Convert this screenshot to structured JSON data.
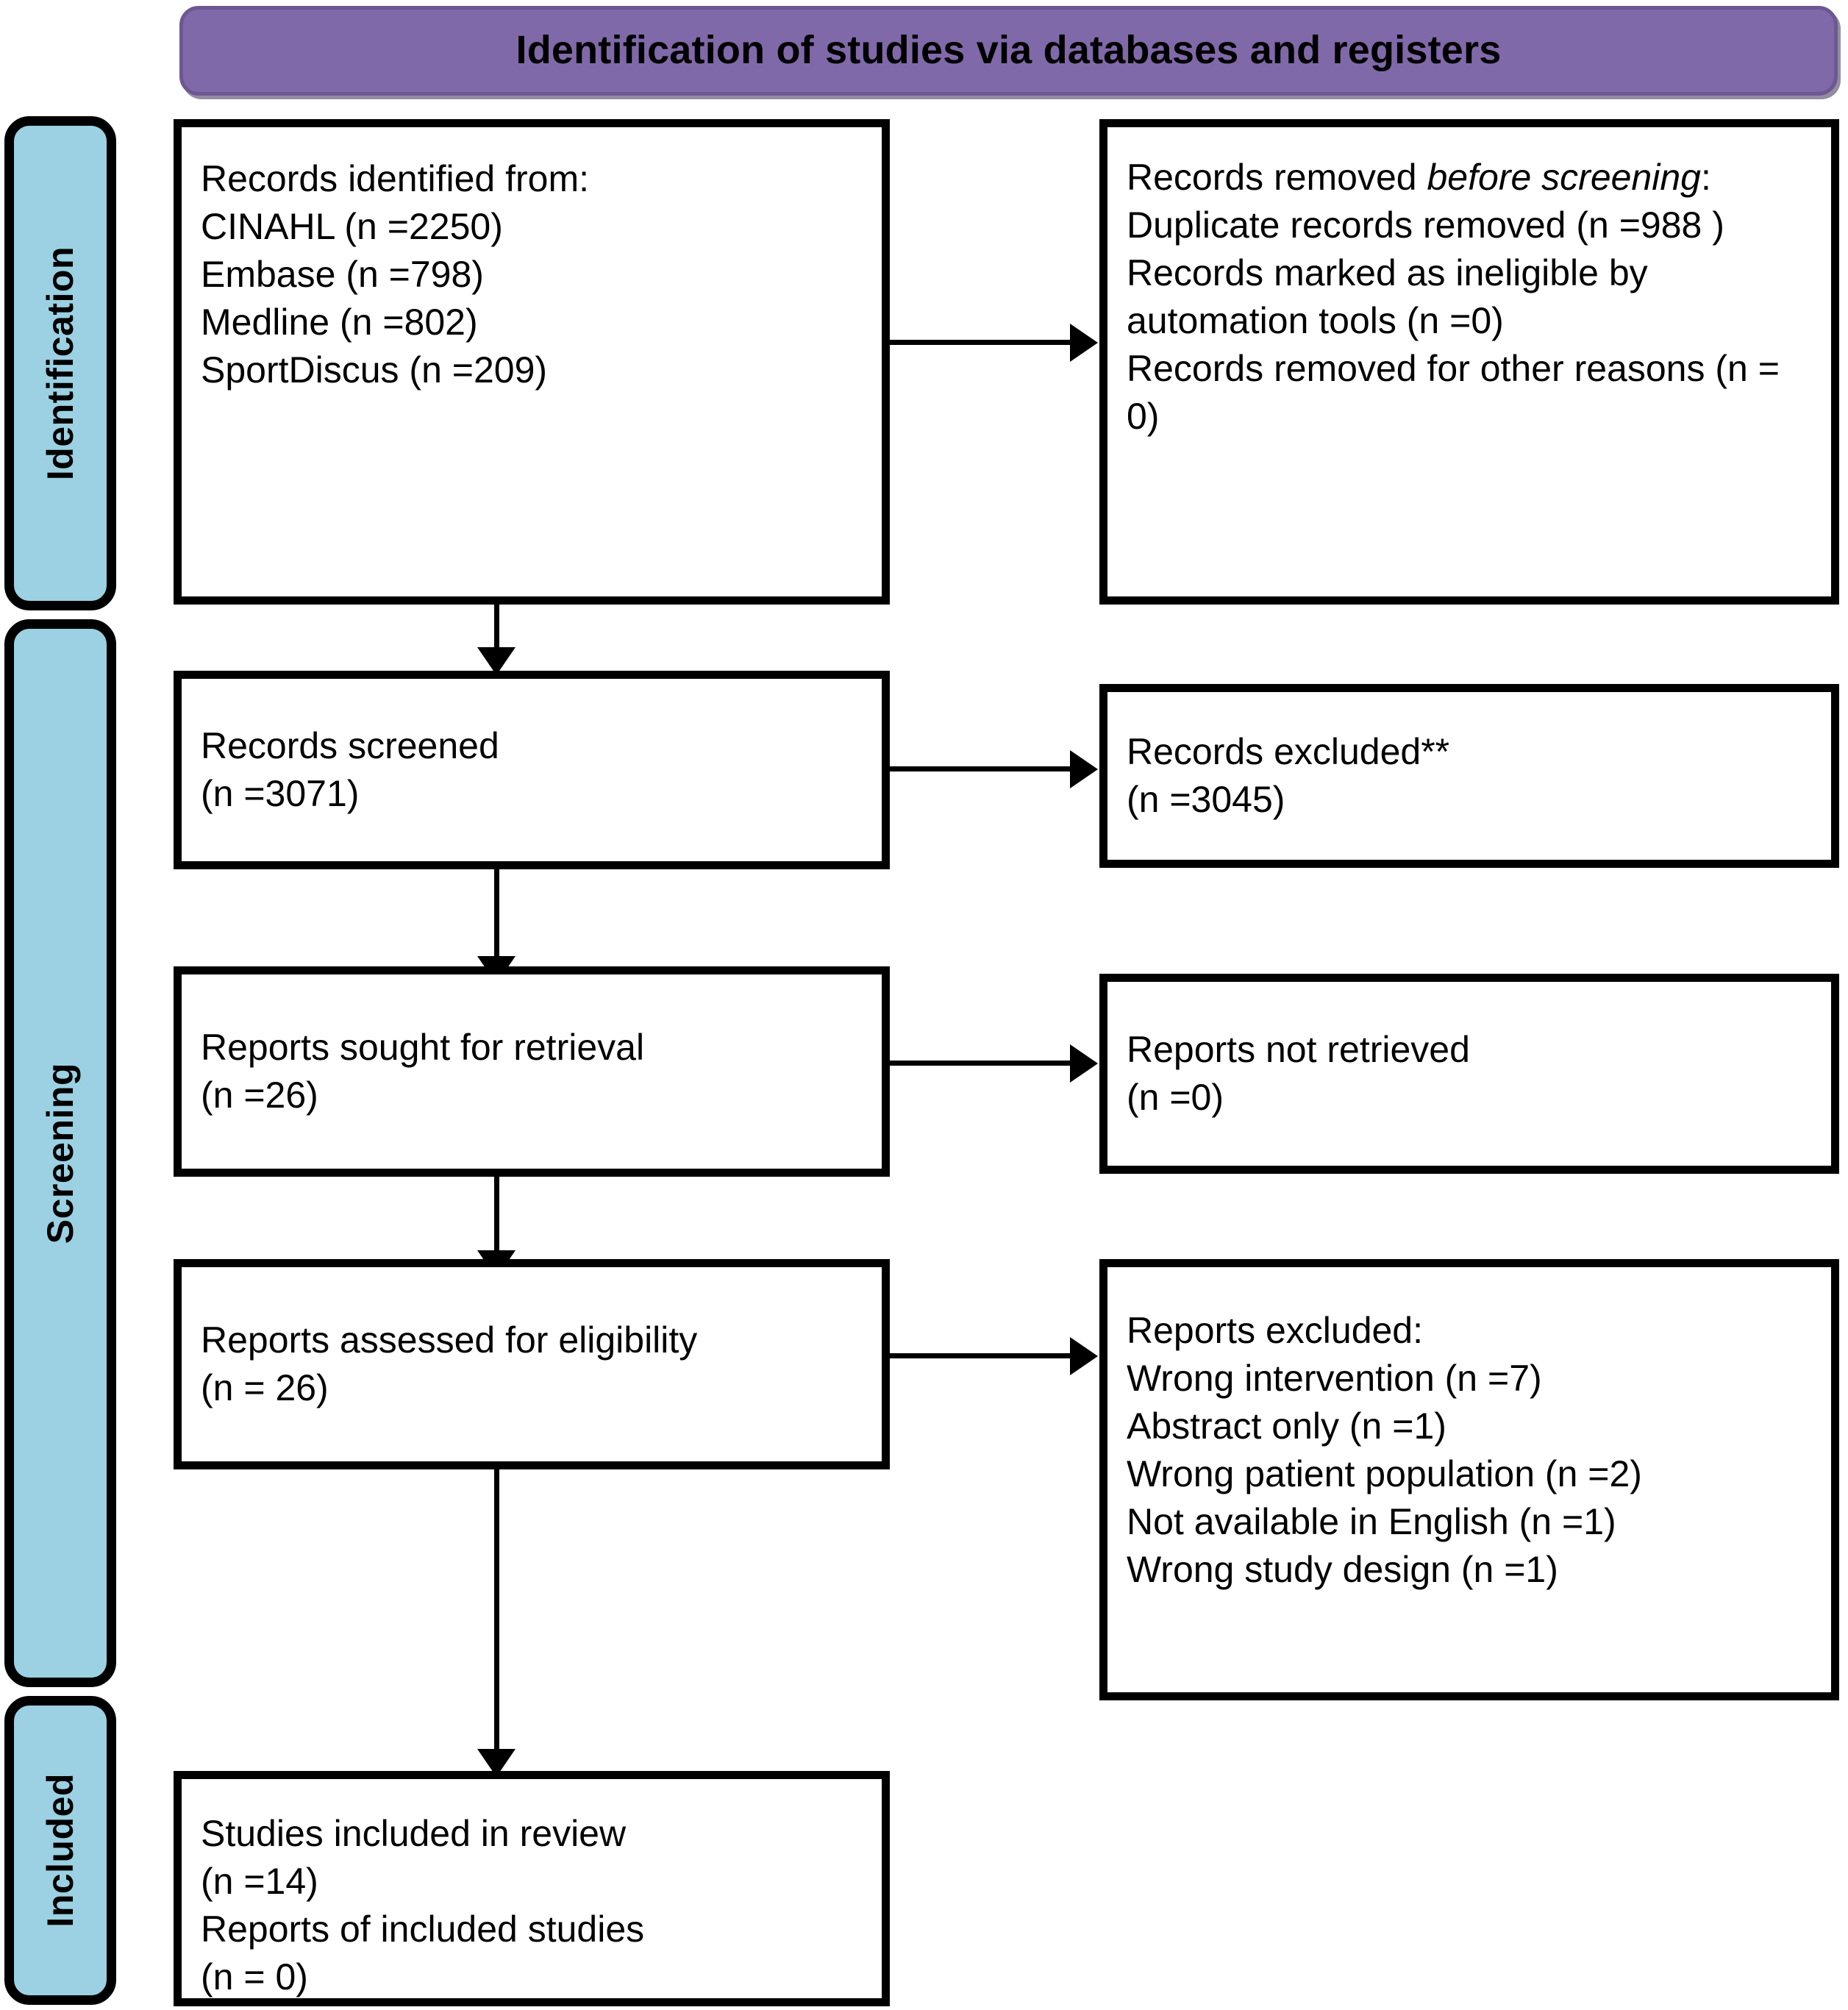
{
  "diagram": {
    "title": "PRISMA 2020 flow diagram",
    "type": "prisma-flow",
    "colors": {
      "banner_fill": "#8069a8",
      "banner_border": "#6d5891",
      "stage_fill": "#9bd1e2",
      "box_border": "#000000",
      "box_fill": "#ffffff",
      "text": "#000000"
    }
  },
  "banner": {
    "label": "Identification of studies via databases and registers"
  },
  "stages": [
    {
      "key": "identification",
      "label": "Identification"
    },
    {
      "key": "screening",
      "label": "Screening"
    },
    {
      "key": "included",
      "label": "Included"
    }
  ],
  "boxes": {
    "records_identified": {
      "title": "Records identified from:",
      "lines": [
        "Records identified from:",
        "CINAHL (n =2250)",
        "Embase (n =798)",
        "Medline (n =802)",
        "SportDiscus (n =209)"
      ]
    },
    "records_removed_before_screening": {
      "lead_plain": "Records removed ",
      "lead_italic": "before screening",
      "lead_tail": ":",
      "lines": [
        "Duplicate records removed (n =988 )",
        "Records marked as ineligible by automation tools (n =0)",
        "Records removed for other reasons (n = 0)"
      ]
    },
    "records_screened": {
      "lines": [
        "Records screened",
        "(n =3071)"
      ]
    },
    "records_excluded": {
      "lines": [
        "Records excluded**",
        "(n =3045)"
      ]
    },
    "reports_sought": {
      "lines": [
        "Reports sought for retrieval",
        "(n =26)"
      ]
    },
    "reports_not_retrieved": {
      "lines": [
        "Reports not retrieved",
        "(n =0)"
      ]
    },
    "reports_assessed": {
      "lines": [
        "Reports assessed for eligibility",
        "(n = 26)"
      ]
    },
    "reports_excluded": {
      "lines": [
        "Reports excluded:",
        "Wrong intervention (n =7)",
        "Abstract only (n =1)",
        "Wrong patient population (n =2)",
        "Not available in English (n =1)",
        "Wrong study design (n =1)"
      ]
    },
    "studies_included": {
      "lines": [
        "Studies included in review",
        "(n =14)",
        "Reports of included studies",
        "(n = 0)"
      ]
    }
  },
  "counts": {
    "cinahl": 2250,
    "embase": 798,
    "medline": 802,
    "sportdiscus": 209,
    "duplicates_removed": 988,
    "ineligible_automation": 0,
    "removed_other": 0,
    "records_screened": 3071,
    "records_excluded": 3045,
    "reports_sought": 26,
    "reports_not_retrieved": 0,
    "reports_assessed": 26,
    "excluded_wrong_intervention": 7,
    "excluded_abstract_only": 1,
    "excluded_wrong_population": 2,
    "excluded_not_english": 1,
    "excluded_wrong_design": 1,
    "studies_included": 14,
    "reports_of_included_studies": 0
  }
}
